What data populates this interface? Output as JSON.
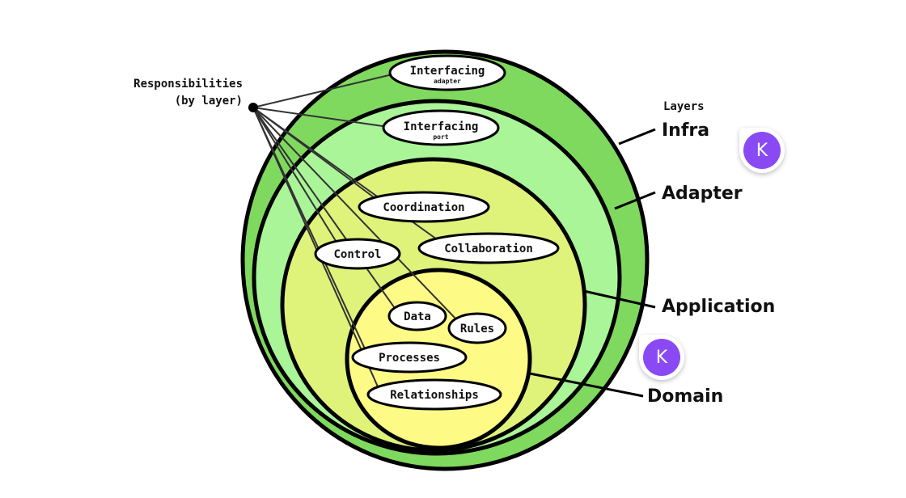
{
  "responsibilities_label": {
    "line1": "Responsibilities",
    "line2": "(by layer)"
  },
  "layers_heading": "Layers",
  "layers": [
    {
      "name": "Infra",
      "color": "#7fd95e"
    },
    {
      "name": "Adapter",
      "color": "#a9f598"
    },
    {
      "name": "Application",
      "color": "#dff27a"
    },
    {
      "name": "Domain",
      "color": "#fdfa86"
    }
  ],
  "responsibilities": [
    {
      "label": "Interfacing",
      "sub": "adapter"
    },
    {
      "label": "Interfacing",
      "sub": "port"
    },
    {
      "label": "Coordination"
    },
    {
      "label": "Collaboration"
    },
    {
      "label": "Control"
    },
    {
      "label": "Data"
    },
    {
      "label": "Rules"
    },
    {
      "label": "Processes"
    },
    {
      "label": "Relationships"
    }
  ],
  "avatars": [
    {
      "initial": "K",
      "color": "#8a4af3"
    },
    {
      "initial": "K",
      "color": "#8a4af3"
    }
  ]
}
